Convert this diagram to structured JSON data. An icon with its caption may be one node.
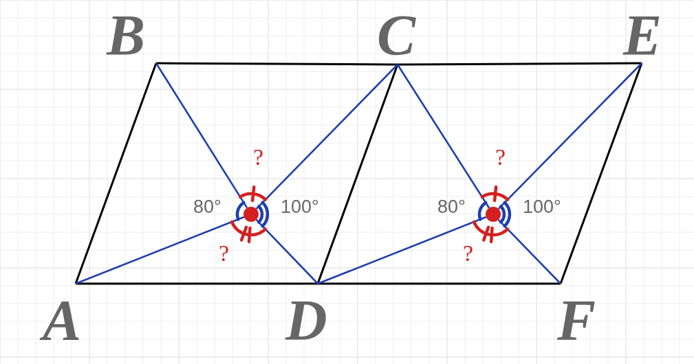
{
  "diagram": {
    "nodes": [
      {
        "text": [
          "A"
        ]
      },
      {
        "text": [
          "B"
        ]
      },
      {
        "text": [
          "C"
        ]
      },
      {
        "text": [
          "D"
        ]
      },
      {
        "text": [
          "E"
        ]
      },
      {
        "text": [
          "F"
        ]
      },
      {
        "text": [],
        "shape": "circle"
      },
      {
        "text": [],
        "shape": "circle"
      }
    ],
    "edges": [
      {
        "from": 0,
        "to": 1,
        "arrow": "none",
        "color": "#000000"
      },
      {
        "from": 1,
        "to": 2,
        "arrow": "none",
        "color": "#000000"
      },
      {
        "from": 2,
        "to": 4,
        "arrow": "none",
        "color": "#000000"
      },
      {
        "from": 0,
        "to": 3,
        "arrow": "none",
        "color": "#000000"
      },
      {
        "from": 3,
        "to": 5,
        "arrow": "none",
        "color": "#000000"
      },
      {
        "from": 2,
        "to": 3,
        "arrow": "none",
        "color": "#000000"
      },
      {
        "from": 4,
        "to": 5,
        "arrow": "none",
        "color": "#000000"
      },
      {
        "from": 1,
        "to": 6,
        "arrow": "none"
      },
      {
        "from": 2,
        "to": 6,
        "arrow": "none"
      },
      {
        "from": 0,
        "to": 6,
        "arrow": "none"
      },
      {
        "from": 3,
        "to": 6,
        "arrow": "none"
      },
      {
        "from": 2,
        "to": 7,
        "arrow": "none"
      },
      {
        "from": 4,
        "to": 7,
        "arrow": "none"
      },
      {
        "from": 3,
        "to": 7,
        "arrow": "none"
      },
      {
        "from": 5,
        "to": 7,
        "arrow": "none"
      }
    ],
    "labels": [
      "?",
      "?",
      "80°",
      "100°",
      "80°",
      "100°",
      "?",
      "?"
    ]
  }
}
